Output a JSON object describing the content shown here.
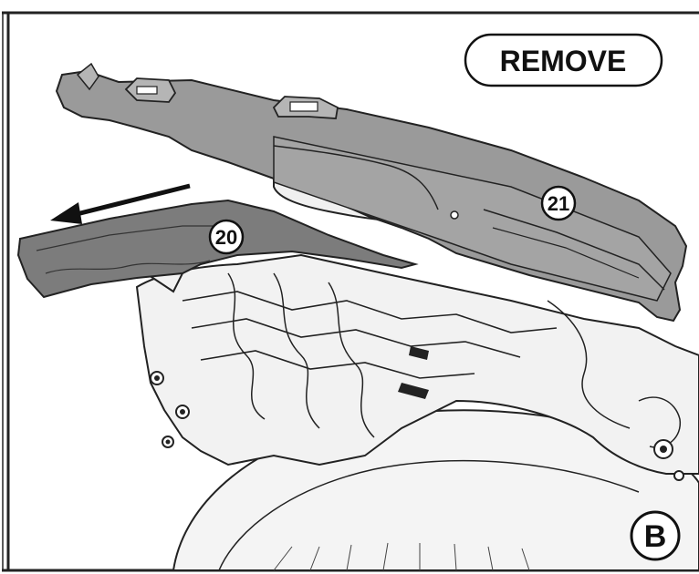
{
  "diagram": {
    "action_label": "REMOVE",
    "part_callouts": [
      {
        "id": "part-20",
        "number": "20"
      },
      {
        "id": "part-21",
        "number": "21"
      }
    ],
    "step_marker": "B",
    "colors": {
      "part_20_fill": "#7c7c7c",
      "part_21_fill": "#9a9a9a",
      "bike_fill": "#f2f2f2",
      "line": "#222222",
      "background": "#ffffff"
    },
    "icons": [
      "arrow-left-icon"
    ]
  }
}
